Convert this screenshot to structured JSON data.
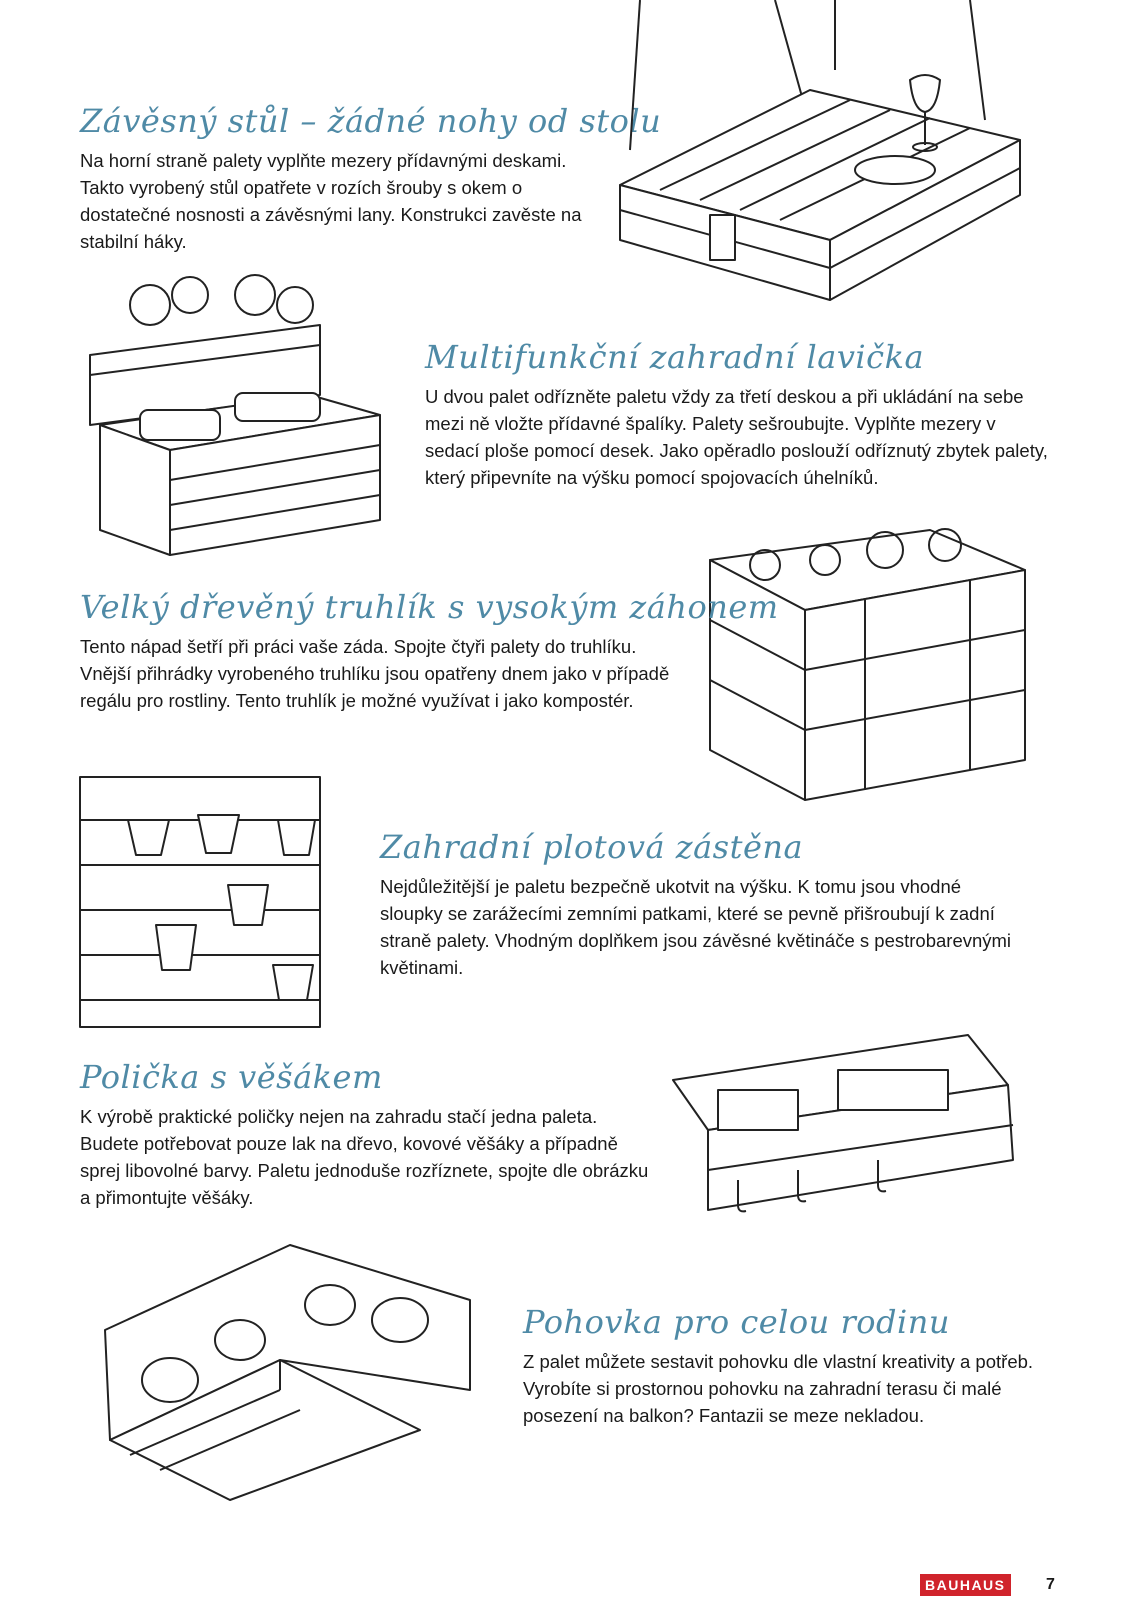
{
  "sections": [
    {
      "title": "Závěsný stůl – žádné nohy od stolu",
      "text": "Na horní straně palety vyplňte mezery přídavnými deskami. Takto vyrobený stůl opatřete v rozích šrouby s okem o dostatečné nosnosti a závěsnými lany. Konstrukci zavěste na stabilní háky."
    },
    {
      "title": "Multifunkční zahradní lavička",
      "text": "U dvou palet odřízněte paletu vždy za třetí deskou a při ukládání na sebe mezi ně vložte přídavné špalíky. Palety sešroubujte. Vyplňte mezery v sedací ploše pomocí desek. Jako opěradlo poslouží odříznutý zbytek palety, který připevníte na výšku pomocí spojovacích úhelníků."
    },
    {
      "title": "Velký dřevěný truhlík s vysokým záhonem",
      "text": "Tento nápad šetří při práci vaše záda. Spojte čtyři palety do truhlíku. Vnější přihrádky vyrobeného truhlíku jsou opatřeny dnem jako v případě regálu pro rostliny. Tento truhlík je možné využívat i jako kompostér."
    },
    {
      "title": "Zahradní plotová zástěna",
      "text": "Nejdůležitější je paletu bezpečně ukotvit na výšku. K tomu jsou vhodné sloupky se zarážecími zemními patkami, které se pevně přišroubují k zadní straně palety. Vhodným doplňkem jsou závěsné květináče s pestrobarevnými květinami."
    },
    {
      "title": "Polička s věšákem",
      "text": "K výrobě praktické poličky nejen na zahradu stačí jedna paleta. Budete potřebovat pouze lak na dřevo, kovové věšáky a případně sprej libovolné barvy. Paletu jednoduše rozříznete, spojte dle obrázku a přimontujte věšáky."
    },
    {
      "title": "Pohovka pro celou rodinu",
      "text": "Z palet můžete sestavit pohovku dle vlastní kreativity a potřeb. Vyrobíte si prostornou pohovku na zahradní terasu či malé posezení na balkon? Fantazii se meze nekladou."
    }
  ],
  "footer": {
    "brand": "BAUHAUS",
    "page_number": "7"
  },
  "colors": {
    "title": "#4f8aa6",
    "brand": "#d0232b"
  }
}
